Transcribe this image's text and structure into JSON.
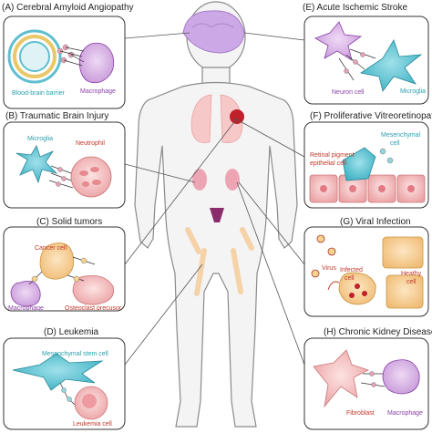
{
  "panels": {
    "A": {
      "title": "(A) Cerebral Amyloid Angiopathy",
      "labels": {
        "bbb": "Blood-brain barrier",
        "macrophage": "Macrophage"
      }
    },
    "B": {
      "title": "(B) Traumatic Brain Injury",
      "labels": {
        "microglia": "Microglia",
        "neutrophil": "Neutrophil"
      }
    },
    "C": {
      "title": "(C) Solid tumors",
      "labels": {
        "cancer": "Cancer cell",
        "macrophage": "Macrophage",
        "osteoclast": "Osteoclast precusor"
      }
    },
    "D": {
      "title": "(D) Leukemia",
      "labels": {
        "msc": "Mesenchymal stem cell",
        "leukemia": "Leukemia cell"
      }
    },
    "E": {
      "title": "(E) Acute Ischemic Stroke",
      "labels": {
        "neuron": "Neuron cell",
        "microglia": "Microglia"
      }
    },
    "F": {
      "title": "(F) Proliferative Vitreoretinopathy",
      "labels": {
        "rpe1": "Retinal pigment",
        "rpe2": "epithelial cell",
        "mesen1": "Mesenchymal",
        "mesen2": "cell"
      }
    },
    "G": {
      "title": "(G) Viral Infection",
      "labels": {
        "virus": "Virus",
        "infected1": "Infected",
        "infected2": "cell",
        "healthy1": "Heathy",
        "healthy2": "cell"
      }
    },
    "H": {
      "title": "(H) Chronic Kidney Disease",
      "labels": {
        "fibroblast": "Fibroblast",
        "macrophage": "Macrophage"
      }
    }
  },
  "colors": {
    "teal": "#2a9fae",
    "purple": "#8a3fa6",
    "red": "#c0392b",
    "cyan_cell": "#5cc3d2",
    "pink_cell": "#f2b8bc",
    "orange_cell": "#f4c98c",
    "body_fill": "#f3f3f4",
    "body_stroke": "#777777"
  }
}
